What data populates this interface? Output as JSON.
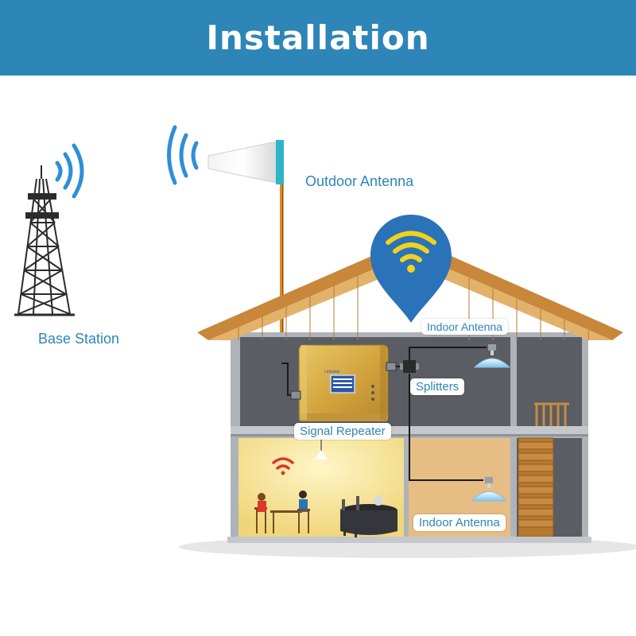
{
  "header": {
    "title": "Installation"
  },
  "labels": {
    "base_station": "Base Station",
    "outdoor_antenna": "Outdoor Antenna",
    "indoor_antenna_top": "Indoor Antenna",
    "splitters": "Splitters",
    "signal_repeater": "Signal Repeater",
    "indoor_antenna_bottom": "Indoor Antenna",
    "repeater_brand": "Lintratek"
  },
  "icons": {
    "tower": "cell-tower-icon",
    "wifi_pin": "wifi-location-pin-icon",
    "outdoor_signal": "signal-waves-icon",
    "repeater": "signal-repeater-device",
    "splitter": "splitter-icon",
    "ceiling_antenna": "ceiling-antenna-icon",
    "room_wifi": "wifi-icon"
  },
  "colors": {
    "header_bg": "#2d85b8",
    "label_text": "#2d85b8",
    "signal_blue": "#2f8fd6",
    "pin_blue": "#2a73b8",
    "wifi_yellow": "#f2d21a",
    "roof": "#c8873a",
    "roof_underside": "#e3b26a",
    "wall_gray": "#aeb3b8",
    "room_dark": "#5a5d63",
    "room_lit": "#f0dc86",
    "room_tan": "#e5bd85",
    "repeater_gold": "#d6ad4a",
    "cable_orange": "#e08a1e",
    "room_wifi_red": "#e0352b"
  }
}
